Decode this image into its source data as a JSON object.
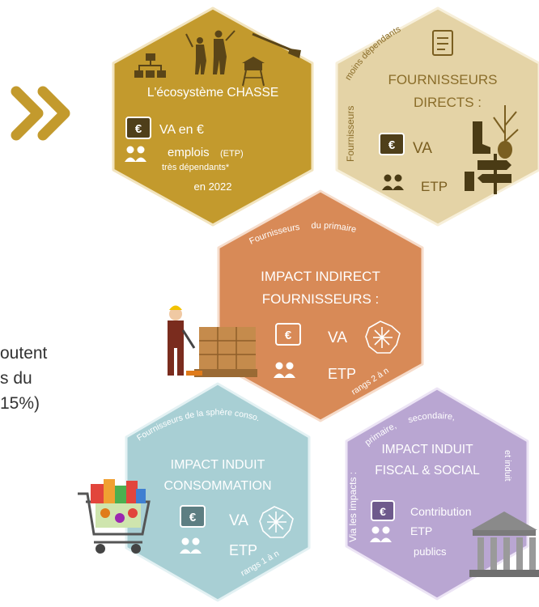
{
  "left_text": [
    "outent",
    "s du",
    "15%)"
  ],
  "hex_chasse": {
    "title": "L'écosystème CHASSE",
    "euro": "€",
    "va": "VA en €",
    "emplois": "emplois",
    "etp": "(ETP)",
    "dependants": "très dépendants*",
    "year": "en 2022",
    "color": "#c39a2d"
  },
  "hex_directs": {
    "arc_top": "moins dépendants",
    "side": "Fournisseurs",
    "title1": "FOURNISSEURS",
    "title2": "DIRECTS :",
    "euro": "€",
    "va": "VA",
    "etp": "ETP",
    "color": "#e4d3a6"
  },
  "hex_indirect": {
    "arc_left": "Fournisseurs",
    "arc_right": "du primaire",
    "title1": "IMPACT INDIRECT",
    "title2": "FOURNISSEURS :",
    "euro": "€",
    "va": "VA",
    "etp": "ETP",
    "ranks": "rangs 2 à n",
    "color": "#d88a57"
  },
  "hex_induit_conso": {
    "arc": "Fournisseurs de la sphère conso.",
    "title1": "IMPACT INDUIT",
    "title2": "CONSOMMATION",
    "euro": "€",
    "va": "VA",
    "etp": "ETP",
    "ranks": "rangs 1 à n",
    "color": "#a8cfd4"
  },
  "hex_induit_fiscal": {
    "side": "Via les impacts :",
    "arc_a": "primaire,",
    "arc_b": "secondaire,",
    "arc_c": "et induit",
    "title1": "IMPACT INDUIT",
    "title2": "FISCAL & SOCIAL",
    "euro": "€",
    "contribution": "Contribution",
    "etp": "ETP",
    "publics": "publics",
    "color": "#b9a6d2"
  },
  "icons": [
    "double-chevron-icon",
    "org-chart-icon",
    "hunters-icon",
    "watchtower-icon",
    "rifle-icon",
    "euro-icon",
    "people-icon",
    "document-icon",
    "boot-icon",
    "sapling-icon",
    "signpost-icon",
    "france-map-icon",
    "worker-pallet-icon",
    "shopping-cart-icon",
    "government-building-icon"
  ]
}
